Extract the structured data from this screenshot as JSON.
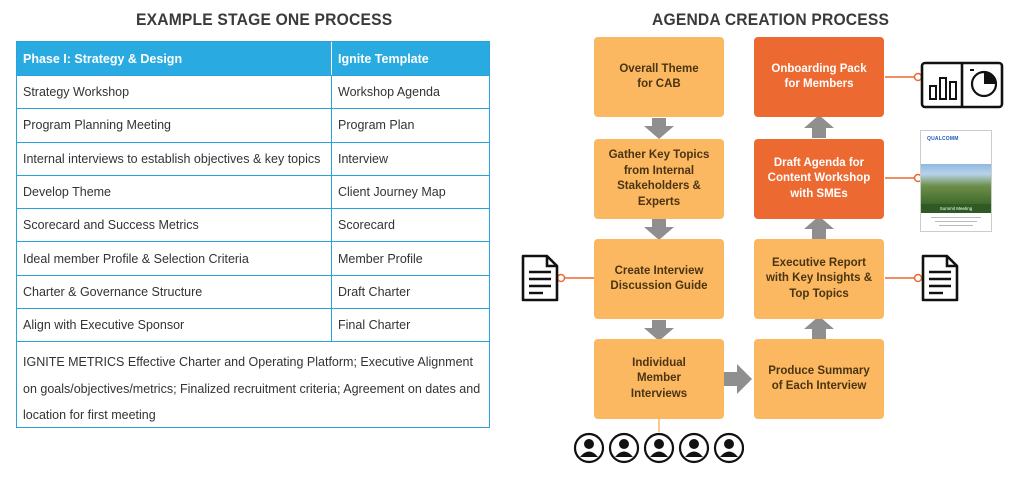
{
  "left": {
    "title": "EXAMPLE STAGE ONE PROCESS",
    "header": {
      "col1": "Phase I: Strategy & Design",
      "col2": "Ignite Template"
    },
    "rows": [
      {
        "activity": "Strategy Workshop",
        "template": "Workshop Agenda"
      },
      {
        "activity": "Program Planning Meeting",
        "template": "Program Plan"
      },
      {
        "activity": "Internal interviews to establish objectives & key topics",
        "template": "Interview"
      },
      {
        "activity": "Develop Theme",
        "template": "Client Journey Map"
      },
      {
        "activity": "Scorecard and Success Metrics",
        "template": "Scorecard"
      },
      {
        "activity": "Ideal member Profile & Selection Criteria",
        "template": "Member Profile"
      },
      {
        "activity": "Charter & Governance Structure",
        "template": "Draft Charter"
      },
      {
        "activity": "Align with Executive Sponsor",
        "template": "Final Charter"
      }
    ],
    "metrics": "IGNITE METRICS Effective Charter and Operating Platform; Executive Alignment on goals/objectives/metrics; Finalized recruitment criteria; Agreement on dates and location for first meeting"
  },
  "right": {
    "title": "AGENDA CREATION PROCESS",
    "left_column": [
      "Overall Theme for CAB",
      "Gather Key Topics from Internal Stakeholders & Experts",
      "Create Interview Discussion Guide",
      "Individual Member Interviews"
    ],
    "right_column": [
      "Onboarding Pack for Members",
      "Draft Agenda for Content Workshop with SMEs",
      "Executive Report with Key Insights & Top Topics",
      "Produce Summary of Each Interview"
    ],
    "thumbnail": {
      "logo": "QUALCOMM",
      "title": "Summit Meeting"
    }
  },
  "colors": {
    "table_border": "#2aa3dc",
    "table_header": "#29abe2",
    "box_light": "#fbb860",
    "box_dark": "#ec6a31",
    "arrow": "#8f8f8f"
  },
  "icons": [
    "document-icon",
    "report-icon",
    "brochure-icon",
    "person-icon"
  ]
}
